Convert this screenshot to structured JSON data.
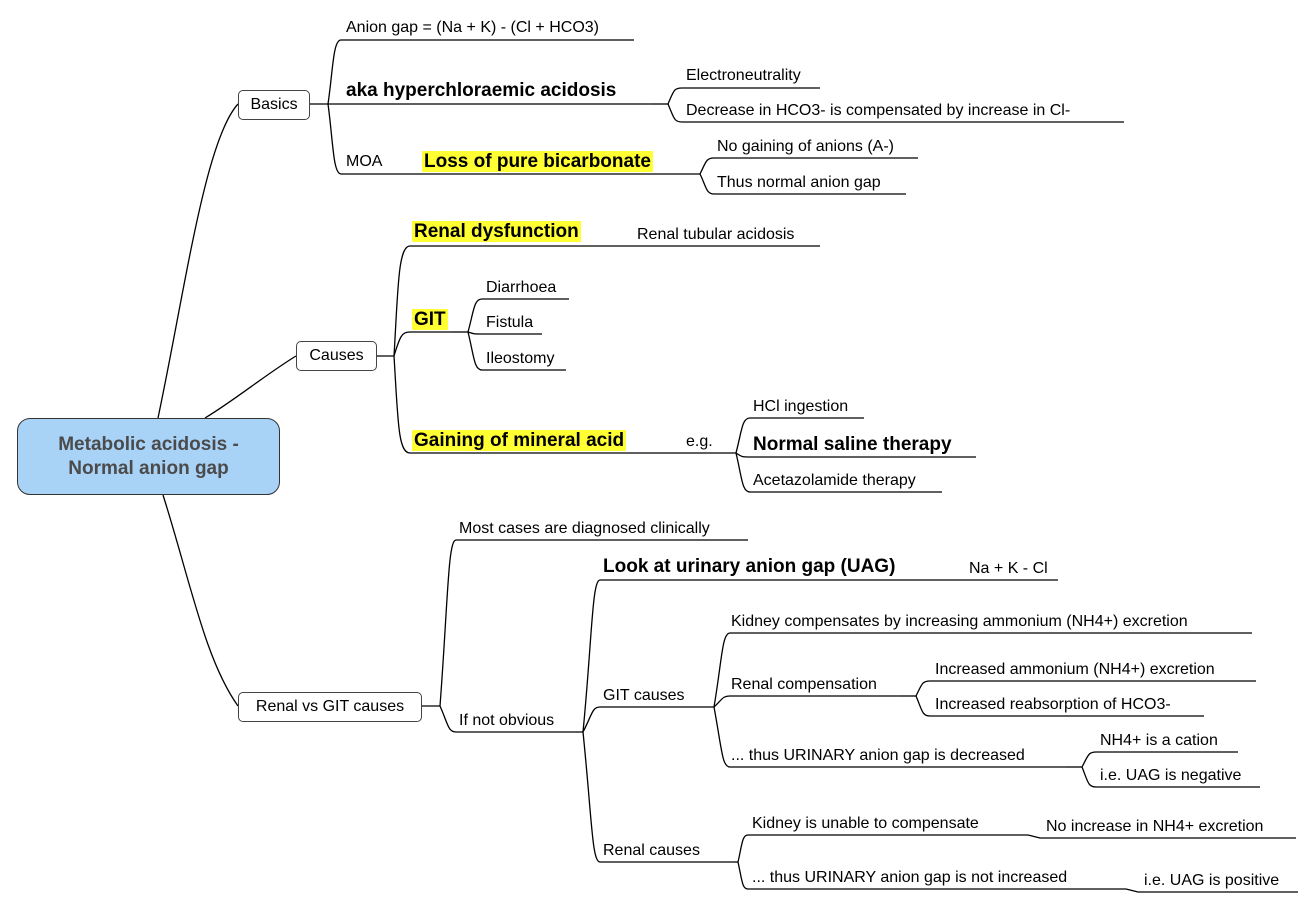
{
  "root": {
    "line1": "Metabolic acidosis -",
    "line2": "Normal anion gap"
  },
  "basics": {
    "label": "Basics",
    "anion_gap": "Anion gap = (Na + K) - (Cl + HCO3)",
    "aka": "aka hyperchloraemic acidosis",
    "electroneutrality": "Electroneutrality",
    "compensated": "Decrease in HCO3- is compensated by increase in Cl-",
    "moa": "MOA",
    "loss": "Loss of pure bicarbonate",
    "no_gaining": "No gaining of anions (A-)",
    "normal_gap": "Thus normal anion gap"
  },
  "causes": {
    "label": "Causes",
    "renal_dysfunction": "Renal dysfunction",
    "rta": "Renal tubular acidosis",
    "git": "GIT",
    "diarrhoea": "Diarrhoea",
    "fistula": "Fistula",
    "ileostomy": "Ileostomy",
    "mineral_acid": "Gaining of mineral acid",
    "eg": "e.g.",
    "hcl": "HCl ingestion",
    "saline": "Normal saline therapy",
    "acetazolamide": "Acetazolamide therapy"
  },
  "renal_vs_git": {
    "label": "Renal vs GIT causes",
    "most_cases": "Most cases are diagnosed clinically",
    "if_not_obvious": "If not obvious",
    "look_uag": "Look at urinary anion gap (UAG)",
    "uag_formula": "Na + K - Cl",
    "git_causes": "GIT causes",
    "kidney_compensates": "Kidney compensates by increasing ammonium (NH4+) excretion",
    "renal_compensation": "Renal compensation",
    "increased_ammonium": "Increased ammonium (NH4+) excretion",
    "increased_reabsorption": "Increased reabsorption of HCO3-",
    "uag_decreased": "... thus URINARY anion gap is decreased",
    "nh4_cation": "NH4+ is a cation",
    "uag_negative": "i.e. UAG is negative",
    "renal_causes": "Renal causes",
    "unable": "Kidney is unable to compensate",
    "no_increase": "No increase in NH4+ excretion",
    "uag_not_increased": "... thus URINARY anion gap is not increased",
    "uag_positive": "i.e. UAG is positive"
  },
  "colors": {
    "root_fill": "#a9d2f7",
    "highlight": "#ffff33",
    "line": "#000000"
  }
}
